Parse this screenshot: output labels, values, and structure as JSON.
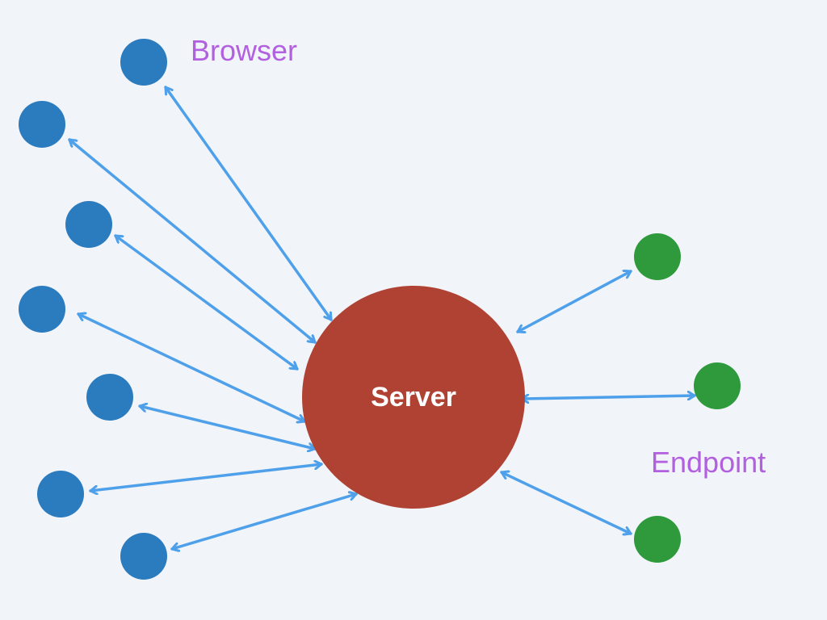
{
  "server": {
    "label": "Server",
    "color": "#b04233"
  },
  "browser": {
    "label": "Browser",
    "color": "#2b7bbf",
    "count": 7
  },
  "endpoint": {
    "label": "Endpoint",
    "color": "#2e9a3c",
    "count": 3
  },
  "arrow_color": "#4fa0ea",
  "label_color": "#b25fe0",
  "server_text_color": "#ffffff"
}
